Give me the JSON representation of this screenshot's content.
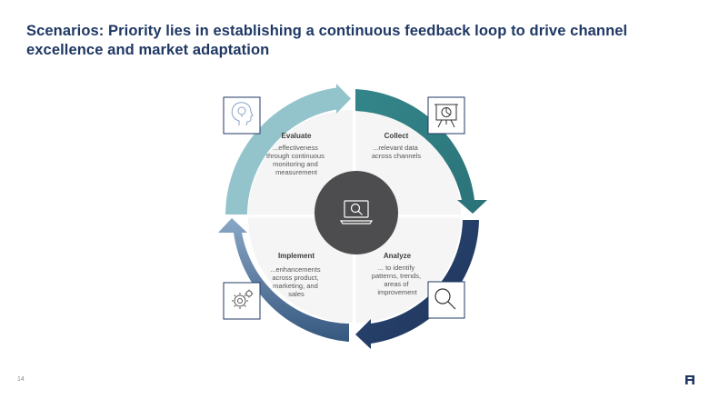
{
  "slide": {
    "title": "Scenarios: Priority lies in establishing a continuous feedback loop to drive channel excellence and market adaptation",
    "page_number": "14"
  },
  "cycle": {
    "center_icon": "laptop-search-icon",
    "quadrants": [
      {
        "id": "evaluate",
        "title": "Evaluate",
        "lines": [
          "...effectiveness",
          "through continuous",
          "monitoring and",
          "measurement"
        ],
        "icon": "head-lightbulb-icon"
      },
      {
        "id": "collect",
        "title": "Collect",
        "lines": [
          "...relevant data",
          "across channels"
        ],
        "icon": "presentation-board-icon"
      },
      {
        "id": "implement",
        "title": "Implement",
        "lines": [
          "...enhancements",
          "across product,",
          "marketing, and",
          "sales"
        ],
        "icon": "gears-icon"
      },
      {
        "id": "analyze",
        "title": "Analyze",
        "lines": [
          "... to identify",
          "patterns, trends,",
          "areas of",
          "improvement"
        ],
        "icon": "magnifier-icon"
      }
    ],
    "colors": {
      "evaluate_arrow": "#93c4cc",
      "collect_arrow": "#2e7b80",
      "analyze_arrow": "#263f66",
      "implement_arrow": "#4a6d96",
      "center": "#4d4d4f",
      "quadrant_fill": "#f5f5f5",
      "title": "#1f3864"
    }
  }
}
